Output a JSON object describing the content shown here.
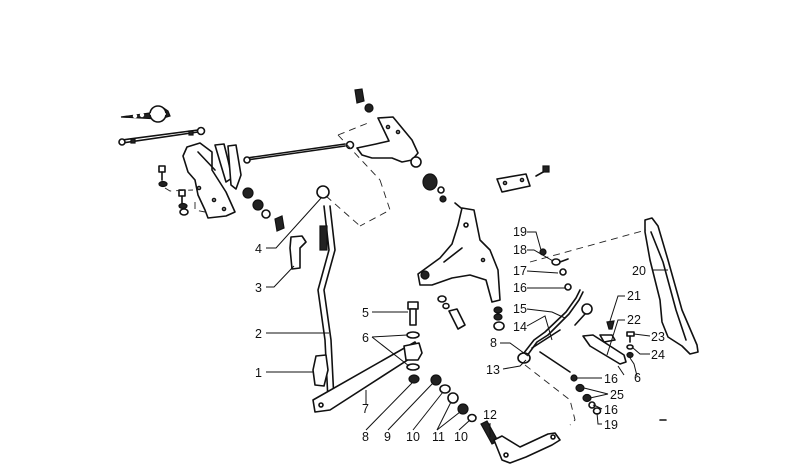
{
  "diagram": {
    "title": "Gearshift linkage exploded parts diagram",
    "callouts": [
      {
        "id": "c1",
        "label": "1"
      },
      {
        "id": "c2",
        "label": "2"
      },
      {
        "id": "c3",
        "label": "3"
      },
      {
        "id": "c4",
        "label": "4"
      },
      {
        "id": "c5",
        "label": "5"
      },
      {
        "id": "c6a",
        "label": "6"
      },
      {
        "id": "c7",
        "label": "7"
      },
      {
        "id": "c8a",
        "label": "8"
      },
      {
        "id": "c9",
        "label": "9"
      },
      {
        "id": "c10a",
        "label": "10"
      },
      {
        "id": "c11",
        "label": "11"
      },
      {
        "id": "c10b",
        "label": "10"
      },
      {
        "id": "c12",
        "label": "12"
      },
      {
        "id": "c13",
        "label": "13"
      },
      {
        "id": "c8b",
        "label": "8"
      },
      {
        "id": "c14",
        "label": "14"
      },
      {
        "id": "c15",
        "label": "15"
      },
      {
        "id": "c16a",
        "label": "16"
      },
      {
        "id": "c17",
        "label": "17"
      },
      {
        "id": "c18",
        "label": "18"
      },
      {
        "id": "c19a",
        "label": "19"
      },
      {
        "id": "c20",
        "label": "20"
      },
      {
        "id": "c21",
        "label": "21"
      },
      {
        "id": "c22",
        "label": "22"
      },
      {
        "id": "c23",
        "label": "23"
      },
      {
        "id": "c24",
        "label": "24"
      },
      {
        "id": "c6b",
        "label": "6"
      },
      {
        "id": "c16b",
        "label": "16"
      },
      {
        "id": "c25",
        "label": "25"
      },
      {
        "id": "c16c",
        "label": "16"
      },
      {
        "id": "c19b",
        "label": "19"
      }
    ]
  }
}
